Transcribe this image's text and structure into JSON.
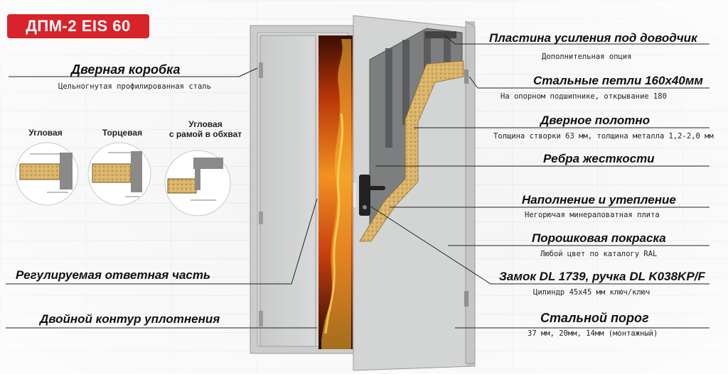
{
  "badge": "ДПМ-2 EIS 60",
  "left": {
    "frame_title": "Дверная коробка",
    "frame_sub": "Цельногнутая профилированная сталь",
    "profile_corner": "Угловая",
    "profile_end": "Торцевая",
    "profile_wrap": "Угловая\nс рамой в обхват",
    "strike_title": "Регулируемая ответная часть",
    "seal_title": "Двойной контур уплотнения"
  },
  "right": {
    "plate_title": "Пластина усиления под доводчик",
    "plate_sub": "Дополнительная опция",
    "hinges_title": "Стальные петли 160х40мм",
    "hinges_sub": "На опорном подшипнике, открывание 180",
    "leaf_title": "Дверное полотно",
    "leaf_sub": "Толщина створки 63 мм, толщина металла 1,2-2,0 мм",
    "ribs_title": "Ребра жесткости",
    "fill_title": "Наполнение и утепление",
    "fill_sub": "Негорючая минераловатная плита",
    "paint_title": "Порошковая покраска",
    "paint_sub": "Любой цвет по каталогу RAL",
    "lock_title": "Замок DL 1739, ручка DL K038KP/F",
    "lock_sub": "Цилиндр 45х45 мм ключ/ключ",
    "sill_title": "Стальной порог",
    "sill_sub": "37 мм, 20мм, 14мм (монтажный)"
  },
  "dims": {
    "c1": [
      "42",
      "53",
      "40",
      "60"
    ],
    "c2": [
      "52",
      "15",
      "54",
      "20"
    ],
    "c3": [
      "42",
      "54",
      "44",
      "60"
    ]
  },
  "colors": {
    "badge": "#d8232a",
    "door": "#cfd0d0",
    "fire": "#e8561a"
  }
}
